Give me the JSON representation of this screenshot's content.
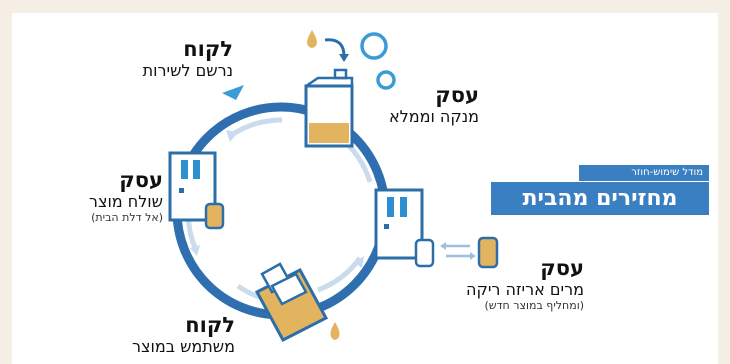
{
  "title": {
    "kicker": "מודל שימוש-חוזר",
    "main": "מחזירים מהבית"
  },
  "steps": [
    {
      "id": "customer-registers",
      "heading": "לקוח",
      "text": "נרשם לשירות",
      "note": ""
    },
    {
      "id": "business-cleans",
      "heading": "עסק",
      "text": "מנקה וממלא",
      "note": ""
    },
    {
      "id": "business-ships",
      "heading": "עסק",
      "text": "שולח מוצר",
      "note": "(אל דלת הבית)"
    },
    {
      "id": "business-collects",
      "heading": "עסק",
      "text": "מרים אריזה ריקה",
      "note": "(ומחליף במוצר חדש)"
    },
    {
      "id": "customer-uses",
      "heading": "לקוח",
      "text": "משתמש במוצר",
      "note": ""
    }
  ],
  "colors": {
    "ring": "#2f6fb0",
    "inner_arrows": "#c9dbec",
    "accent_blue": "#3a7fc1",
    "liquid": "#e3b45f",
    "outline": "#2b6ea8",
    "background": "#f6efe6",
    "panel": "#ffffff"
  },
  "icons": [
    "bottle-icon",
    "bubbles-icon",
    "droplet-icon",
    "door-icon",
    "container-icon",
    "play-triangle-icon"
  ]
}
